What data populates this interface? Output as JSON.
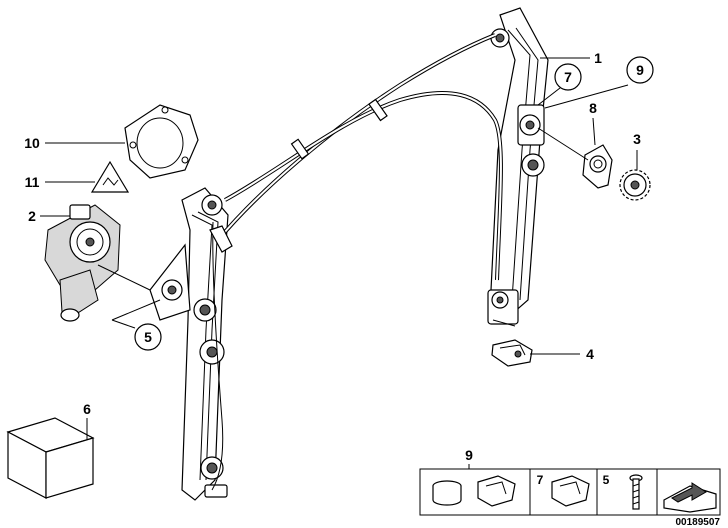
{
  "callouts": {
    "c1": "1",
    "c2": "2",
    "c3": "3",
    "c4": "4",
    "c5": "5",
    "c6": "6",
    "c7": "7",
    "c8": "8",
    "c9": "9",
    "c10": "10",
    "c11": "11"
  },
  "legend_box": {
    "label_9": "9",
    "label_7": "7",
    "label_5": "5"
  },
  "diagram_code": "00189507"
}
